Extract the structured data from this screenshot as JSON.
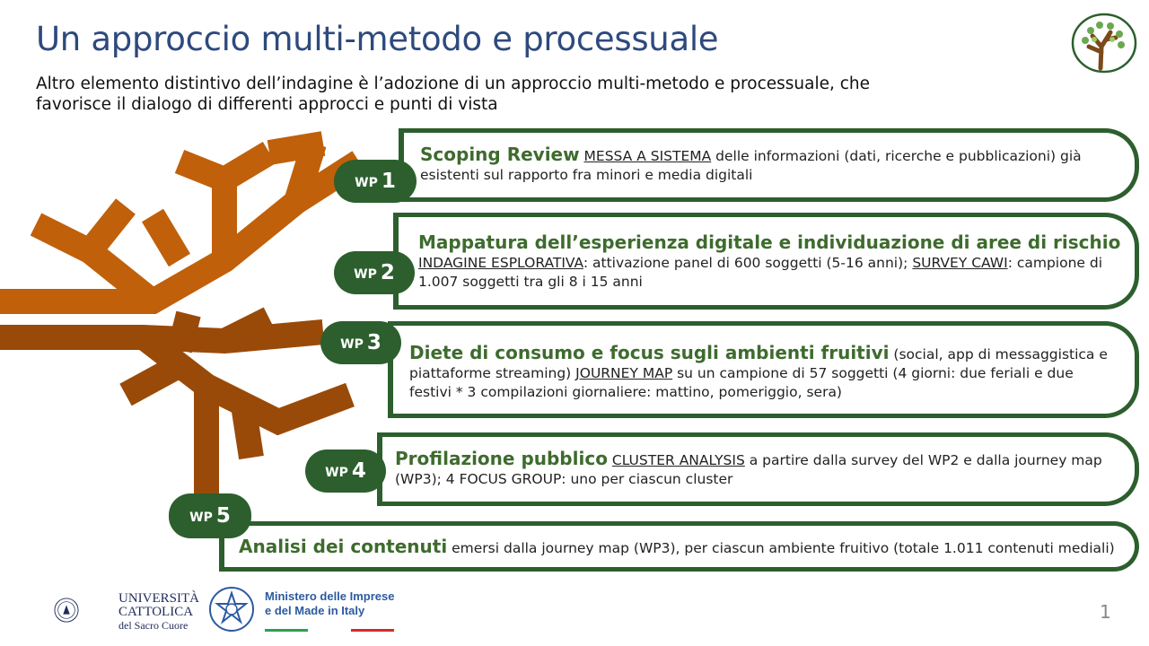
{
  "title": "Un approccio multi-metodo e processuale",
  "subtitle": "Altro elemento distintivo dell’indagine è l’adozione di un approccio multi-metodo e processuale, che favorisce il dialogo di differenti approcci e punti di vista",
  "wp_prefix": "WP",
  "items": [
    {
      "num": "1",
      "heading": "Scoping Review",
      "link": "MESSA A SISTEMA",
      "text": " delle informazioni (dati, ricerche e pubblicazioni) già esistenti sul rapporto fra minori e media digitali"
    },
    {
      "num": "2",
      "heading": "Mappatura dell’esperienza digitale e individuazione di aree di rischio",
      "link": "INDAGINE ESPLORATIVA",
      "text": ": attivazione panel di 600 soggetti (5-16 anni); ",
      "link2": "SURVEY CAWI",
      "text2": ": campione di 1.007 soggetti tra gli 8 i 15 anni"
    },
    {
      "num": "3",
      "heading": "Diete di consumo e focus sugli ambienti fruitivi",
      "text_pre": " (social, app di messaggistica e piattaforme streaming) ",
      "link": "JOURNEY MAP",
      "text": " su un campione di 57 soggetti (4 giorni: due feriali e due festivi * 3 compilazioni giornaliere: mattino, pomeriggio, sera)"
    },
    {
      "num": "4",
      "heading": "Profilazione pubblico",
      "link": "CLUSTER ANALYSIS",
      "text": " a partire dalla survey del WP2 e dalla journey map (WP3); 4 FOCUS GROUP: uno per ciascun cluster"
    },
    {
      "num": "5",
      "heading": "Analisi dei contenuti",
      "text": " emersi dalla journey map (WP3), per ciascun ambiente fruitivo (totale 1.011 contenuti mediali)"
    }
  ],
  "footer": {
    "university": [
      "UNIVERSITÀ",
      "CATTOLICA",
      "del Sacro Cuore"
    ],
    "ministry": [
      "Ministero delle Imprese",
      "e del Made in Italy"
    ]
  },
  "page_number": "1",
  "colors": {
    "title": "#2E4A7D",
    "green": "#2C5F2D",
    "branch_light": "#C0600A",
    "branch_dark": "#9A4A08"
  }
}
